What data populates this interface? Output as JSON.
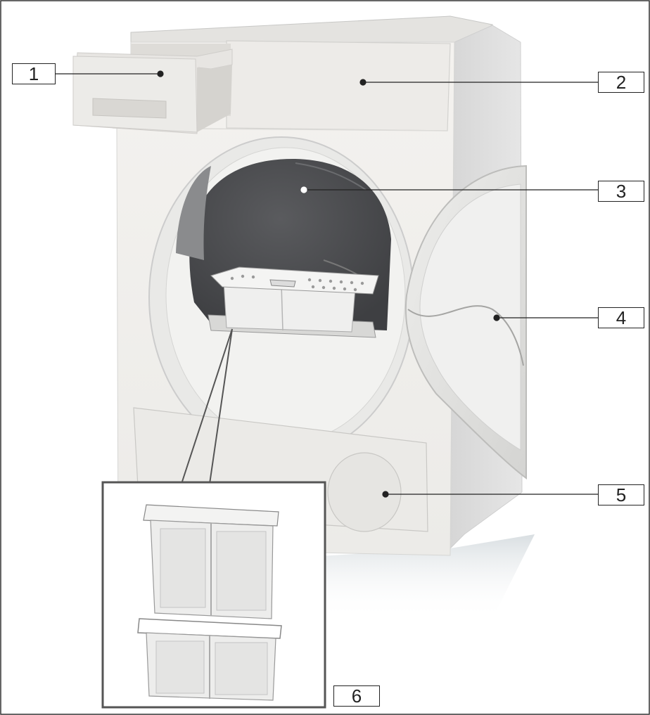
{
  "callouts": {
    "c1": "1",
    "c2": "2",
    "c3": "3",
    "c4": "4",
    "c5": "5",
    "c6": "6"
  },
  "colors": {
    "body": "#f0eeeb",
    "side": "#dcdcdc",
    "drum": "#4c4d50",
    "outline": "#555555",
    "label_border": "#222222"
  }
}
